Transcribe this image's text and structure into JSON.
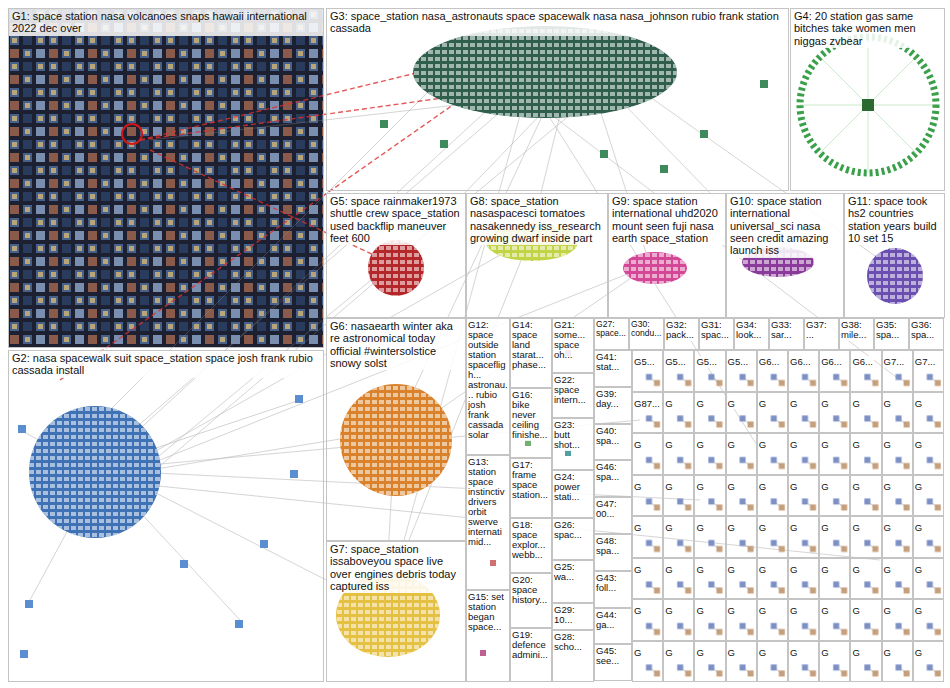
{
  "diagram": {
    "nodes": [
      {
        "text": [
          "G1: space station nasa volcanoes snaps hawaii international 2022 dec over"
        ]
      },
      {
        "text": [
          "G2: nasa spacewalk suit space_station space josh frank rubio cassada install"
        ]
      },
      {
        "text": [
          "G3: space_station nasa_astronauts space spacewalk nasa nasa_johnson rubio frank station cassada"
        ]
      },
      {
        "text": [
          "G4: 20 station gas same bitches take women men niggas zvbear"
        ]
      },
      {
        "text": [
          "G5: space rainmaker1973 shuttle crew space_station used backflip maneuver feet 600"
        ]
      },
      {
        "text": [
          "G6: nasaearth winter aka re astronomical today official #wintersolstice snowy solst"
        ]
      },
      {
        "text": [
          "G7: space_station issaboveyou space live over engines debris today captured iss"
        ]
      },
      {
        "text": [
          "G8: space_station nasaspacesci tomatoes nasakennedy iss_research growing dwarf inside part"
        ]
      },
      {
        "text": [
          "G9: space station international uhd2020 mount seen fuji nasa earth space_station"
        ]
      },
      {
        "text": [
          "G10: space station international universal_sci nasa seen credit amazing launch iss"
        ]
      },
      {
        "text": [
          "G11: space took hs2 countries station years build 10 set 15"
        ]
      },
      {
        "text": [
          "G12: space outside station spacefligh... astronau... rubio josh frank cassada solar"
        ]
      },
      {
        "text": [
          "G13: station space instinctiv drivers orbit swerve internati mid..."
        ]
      },
      {
        "text": [
          "G14: space land starat... phase..."
        ]
      },
      {
        "text": [
          "G15: set station began space..."
        ]
      },
      {
        "text": [
          "G16: bike never ceiling finishe..."
        ]
      },
      {
        "text": [
          "G17: frame space station..."
        ]
      },
      {
        "text": [
          "G18: space explor... webb..."
        ]
      },
      {
        "text": [
          "G19: defence admini..."
        ]
      },
      {
        "text": [
          "G20: space history..."
        ]
      },
      {
        "text": [
          "G21: some... space oh..."
        ]
      },
      {
        "text": [
          "G22: space intern..."
        ]
      },
      {
        "text": [
          "G23: butt shot..."
        ]
      },
      {
        "text": [
          "G24: power stati..."
        ]
      },
      {
        "text": [
          "G25: wa..."
        ]
      },
      {
        "text": [
          "G26: spac..."
        ]
      },
      {
        "text": [
          "G27: space..."
        ]
      },
      {
        "text": [
          "G28: scho..."
        ]
      },
      {
        "text": [
          "G29: 10..."
        ]
      },
      {
        "text": [
          "G30: condu..."
        ]
      },
      {
        "text": [
          "G31: spac..."
        ]
      },
      {
        "text": [
          "G32: pack..."
        ]
      },
      {
        "text": [
          "G33: sar..."
        ]
      },
      {
        "text": [
          "G34: look..."
        ]
      },
      {
        "text": [
          "G35: spa..."
        ]
      },
      {
        "text": [
          "G36: spa..."
        ]
      },
      {
        "text": [
          "G37: ..."
        ]
      },
      {
        "text": [
          "G38: mile..."
        ]
      },
      {
        "text": [
          "G39: day..."
        ]
      },
      {
        "text": [
          "G40: spa..."
        ]
      },
      {
        "text": [
          "G41: stat..."
        ]
      },
      {
        "text": [
          "G43: foll..."
        ]
      },
      {
        "text": [
          "G44: ga..."
        ]
      },
      {
        "text": [
          "G45: see..."
        ]
      },
      {
        "text": [
          "G46: spa..."
        ]
      },
      {
        "text": [
          "G47: 00..."
        ]
      },
      {
        "text": [
          "G48: spa..."
        ]
      },
      {
        "text": [
          "G5..."
        ]
      },
      {
        "text": [
          "G5..."
        ]
      },
      {
        "text": [
          "G5..."
        ]
      },
      {
        "text": [
          "G5..."
        ]
      },
      {
        "text": [
          "G6..."
        ]
      },
      {
        "text": [
          "G6..."
        ]
      },
      {
        "text": [
          "G6..."
        ]
      },
      {
        "text": [
          "G6..."
        ]
      },
      {
        "text": [
          "G7..."
        ]
      },
      {
        "text": [
          "G7..."
        ]
      },
      {
        "text": [
          "G87..."
        ]
      },
      {
        "text": [
          "G"
        ]
      },
      {
        "text": [
          "G"
        ]
      },
      {
        "text": [
          "G"
        ]
      },
      {
        "text": [
          "G"
        ]
      },
      {
        "text": [
          "G"
        ]
      },
      {
        "text": [
          "G"
        ]
      },
      {
        "text": [
          "G"
        ]
      },
      {
        "text": [
          "G"
        ]
      },
      {
        "text": [
          "G"
        ]
      },
      {
        "text": [
          "G"
        ]
      },
      {
        "text": [
          "G"
        ]
      },
      {
        "text": [
          "G"
        ]
      },
      {
        "text": [
          "G"
        ]
      },
      {
        "text": [
          "G"
        ]
      },
      {
        "text": [
          "G"
        ]
      },
      {
        "text": [
          "G"
        ]
      },
      {
        "text": [
          "G"
        ]
      },
      {
        "text": [
          "G"
        ]
      },
      {
        "text": [
          "G"
        ]
      },
      {
        "text": [
          "G"
        ]
      },
      {
        "text": [
          "G"
        ]
      },
      {
        "text": [
          "G"
        ]
      },
      {
        "text": [
          "G"
        ]
      },
      {
        "text": [
          "G"
        ]
      },
      {
        "text": [
          "G"
        ]
      },
      {
        "text": [
          "G"
        ]
      },
      {
        "text": [
          "G"
        ]
      },
      {
        "text": [
          "G"
        ]
      },
      {
        "text": [
          "G"
        ]
      },
      {
        "text": [
          "G"
        ]
      },
      {
        "text": [
          "G"
        ]
      },
      {
        "text": [
          "G"
        ]
      },
      {
        "text": [
          "G"
        ]
      },
      {
        "text": [
          "G"
        ]
      },
      {
        "text": [
          "G"
        ]
      },
      {
        "text": [
          "G"
        ]
      },
      {
        "text": [
          "G"
        ]
      },
      {
        "text": [
          "G"
        ]
      },
      {
        "text": [
          "G"
        ]
      },
      {
        "text": [
          "G"
        ]
      },
      {
        "text": [
          "G"
        ]
      },
      {
        "text": [
          "G"
        ]
      },
      {
        "text": [
          "G"
        ]
      },
      {
        "text": [
          "G"
        ]
      },
      {
        "text": [
          "G"
        ]
      },
      {
        "text": [
          "G"
        ]
      },
      {
        "text": [
          "G"
        ]
      },
      {
        "text": [
          "G"
        ]
      },
      {
        "text": [
          "G"
        ]
      },
      {
        "text": [
          "G"
        ]
      },
      {
        "text": [
          "G"
        ]
      },
      {
        "text": [
          "G"
        ]
      },
      {
        "text": [
          "G"
        ]
      },
      {
        "text": [
          "G"
        ]
      },
      {
        "text": [
          "G"
        ]
      },
      {
        "text": [
          "G"
        ]
      },
      {
        "text": [
          "G"
        ]
      },
      {
        "text": [
          "G"
        ]
      },
      {
        "text": [
          "G"
        ]
      },
      {
        "text": [
          "G"
        ]
      },
      {
        "text": [
          "G"
        ]
      },
      {
        "text": [
          "G"
        ]
      },
      {
        "text": [
          "G"
        ]
      },
      {
        "text": [
          "G"
        ]
      },
      {
        "text": [
          "G"
        ]
      },
      {
        "text": [
          "G"
        ]
      },
      {
        "text": [
          "G"
        ]
      },
      {
        "text": [
          "G"
        ]
      },
      {
        "text": [
          "G"
        ]
      }
    ]
  }
}
